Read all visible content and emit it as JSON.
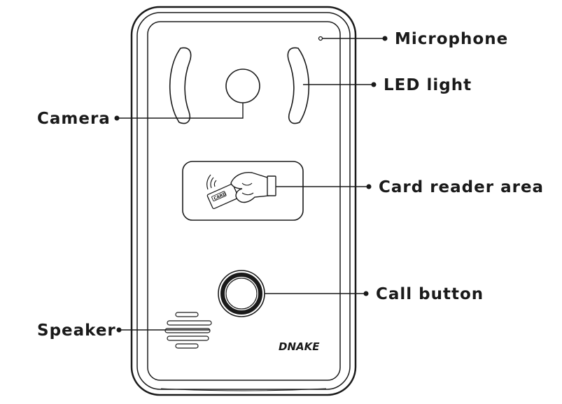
{
  "device": {
    "brand": "DNAKE",
    "card_text": "CARD"
  },
  "labels": {
    "microphone": "Microphone",
    "led_light": "LED light",
    "camera": "Camera",
    "card_reader": "Card reader area",
    "call_button": "Call button",
    "speaker": "Speaker"
  }
}
